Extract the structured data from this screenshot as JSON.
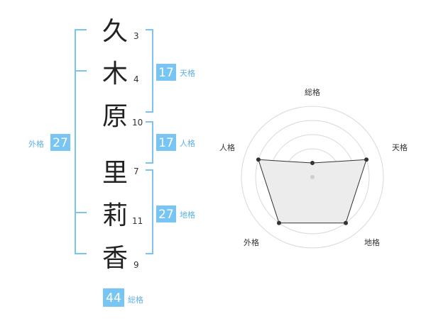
{
  "name": {
    "characters": [
      {
        "char": "久",
        "strokes": "3"
      },
      {
        "char": "木",
        "strokes": "4"
      },
      {
        "char": "原",
        "strokes": "10"
      },
      {
        "char": "里",
        "strokes": "7"
      },
      {
        "char": "莉",
        "strokes": "11"
      },
      {
        "char": "香",
        "strokes": "9"
      }
    ]
  },
  "kaku": {
    "tenkaku": {
      "value": "17",
      "label": "天格"
    },
    "jinkaku": {
      "value": "17",
      "label": "人格"
    },
    "chikaku": {
      "value": "27",
      "label": "地格"
    },
    "gaikaku": {
      "value": "27",
      "label": "外格"
    },
    "soukaku": {
      "value": "44",
      "label": "総格"
    }
  },
  "colors": {
    "accent": "#78c4f2",
    "bracket": "#7cc4f0",
    "label": "#5fb0e8"
  },
  "radar": {
    "axes": [
      "総格",
      "天格",
      "地格",
      "外格",
      "人格"
    ],
    "levels": 5,
    "scores": [
      1,
      4,
      4,
      4,
      4
    ]
  }
}
